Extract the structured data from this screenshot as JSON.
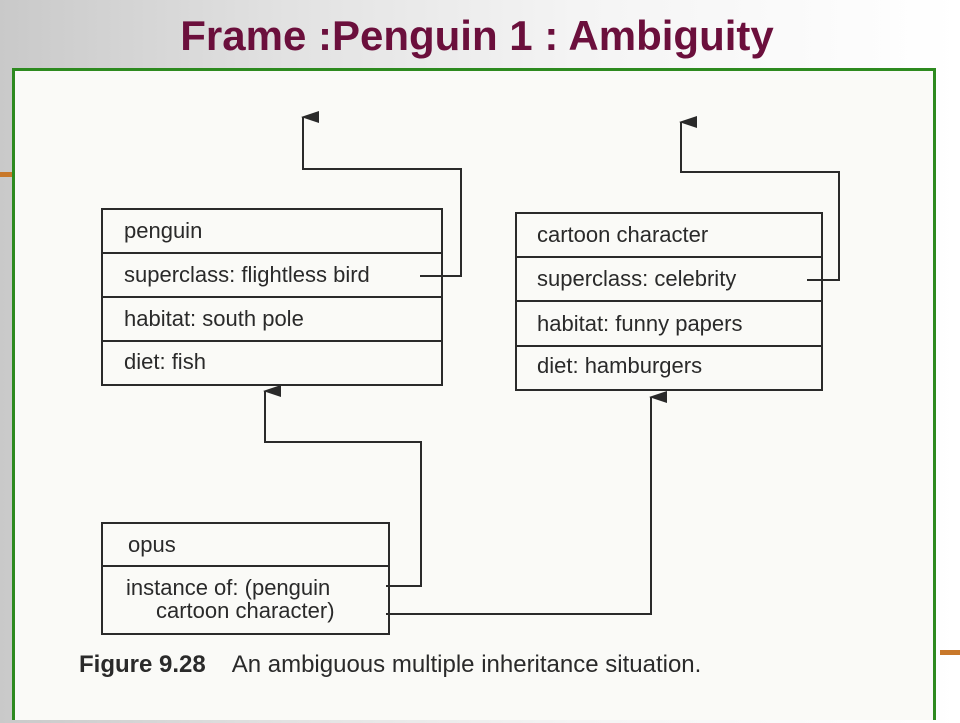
{
  "slide": {
    "title": "Frame :Penguin 1 : Ambiguity"
  },
  "frames": {
    "penguin": {
      "name": "penguin",
      "superclass": "superclass: flightless bird",
      "habitat": "habitat: south pole",
      "diet": "diet: fish"
    },
    "cartoon": {
      "name": "cartoon character",
      "superclass": "superclass: celebrity",
      "habitat": "habitat: funny papers",
      "diet": "diet: hamburgers"
    },
    "opus": {
      "name": "opus",
      "instance_line1": "instance of: (penguin",
      "instance_line2": "cartoon character)"
    }
  },
  "caption": {
    "label": "Figure 9.28",
    "text": "An ambiguous multiple inheritance situation."
  },
  "colors": {
    "title": "#6b0f3c",
    "frame_border": "#2d8a1f",
    "accent": "#c8782a",
    "ink": "#2a2a2a"
  }
}
